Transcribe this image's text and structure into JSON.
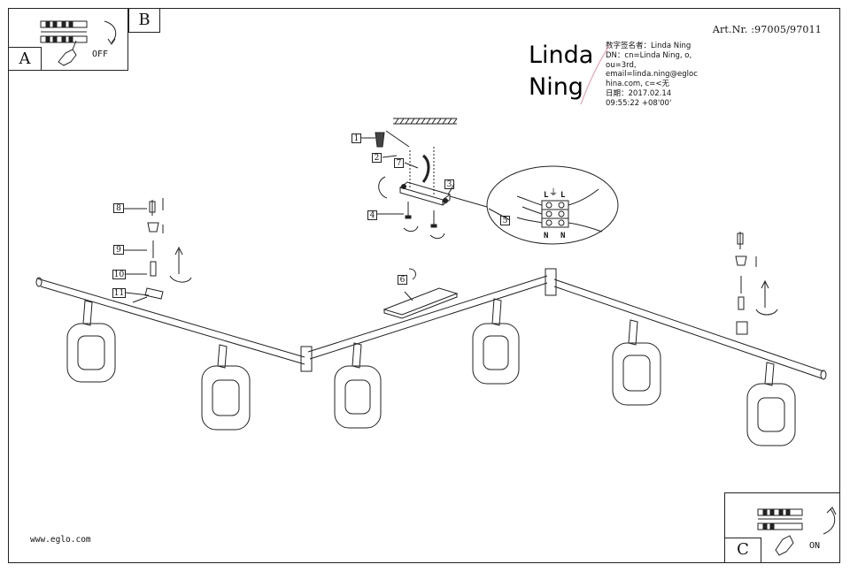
{
  "header": {
    "article_number": "Art.Nr. :97005/97011",
    "box_a_label": "A",
    "box_b_label": "B",
    "box_c_label": "C",
    "off_label": "OFF",
    "on_label": "ON"
  },
  "signature": {
    "name_line1": "Linda",
    "name_line2": "Ning",
    "details": [
      "数字签名者：Linda Ning",
      "DN：cn=Linda Ning, o,",
      "ou=3rd,",
      "email=linda.ning@egloc",
      "hina.com, c=<无",
      "日期：2017.02.14",
      "09:55:22 +08'00'"
    ]
  },
  "callouts": {
    "c1": "1",
    "c2": "2",
    "c3": "3",
    "c4": "4",
    "c5": "5",
    "c6": "6",
    "c7": "7",
    "c8": "8",
    "c9": "9",
    "c10": "10",
    "c11": "11"
  },
  "terminal": {
    "top_left": "L",
    "top_right": "L",
    "bottom_left": "N",
    "bottom_right": "N",
    "earth_symbol": "⏚"
  },
  "footer": {
    "website": "www.eglo.com"
  },
  "icons": {
    "hand": "hand-icon",
    "switch": "switch-icon",
    "rotate": "rotate-arrow-icon",
    "screw": "screw-icon"
  }
}
